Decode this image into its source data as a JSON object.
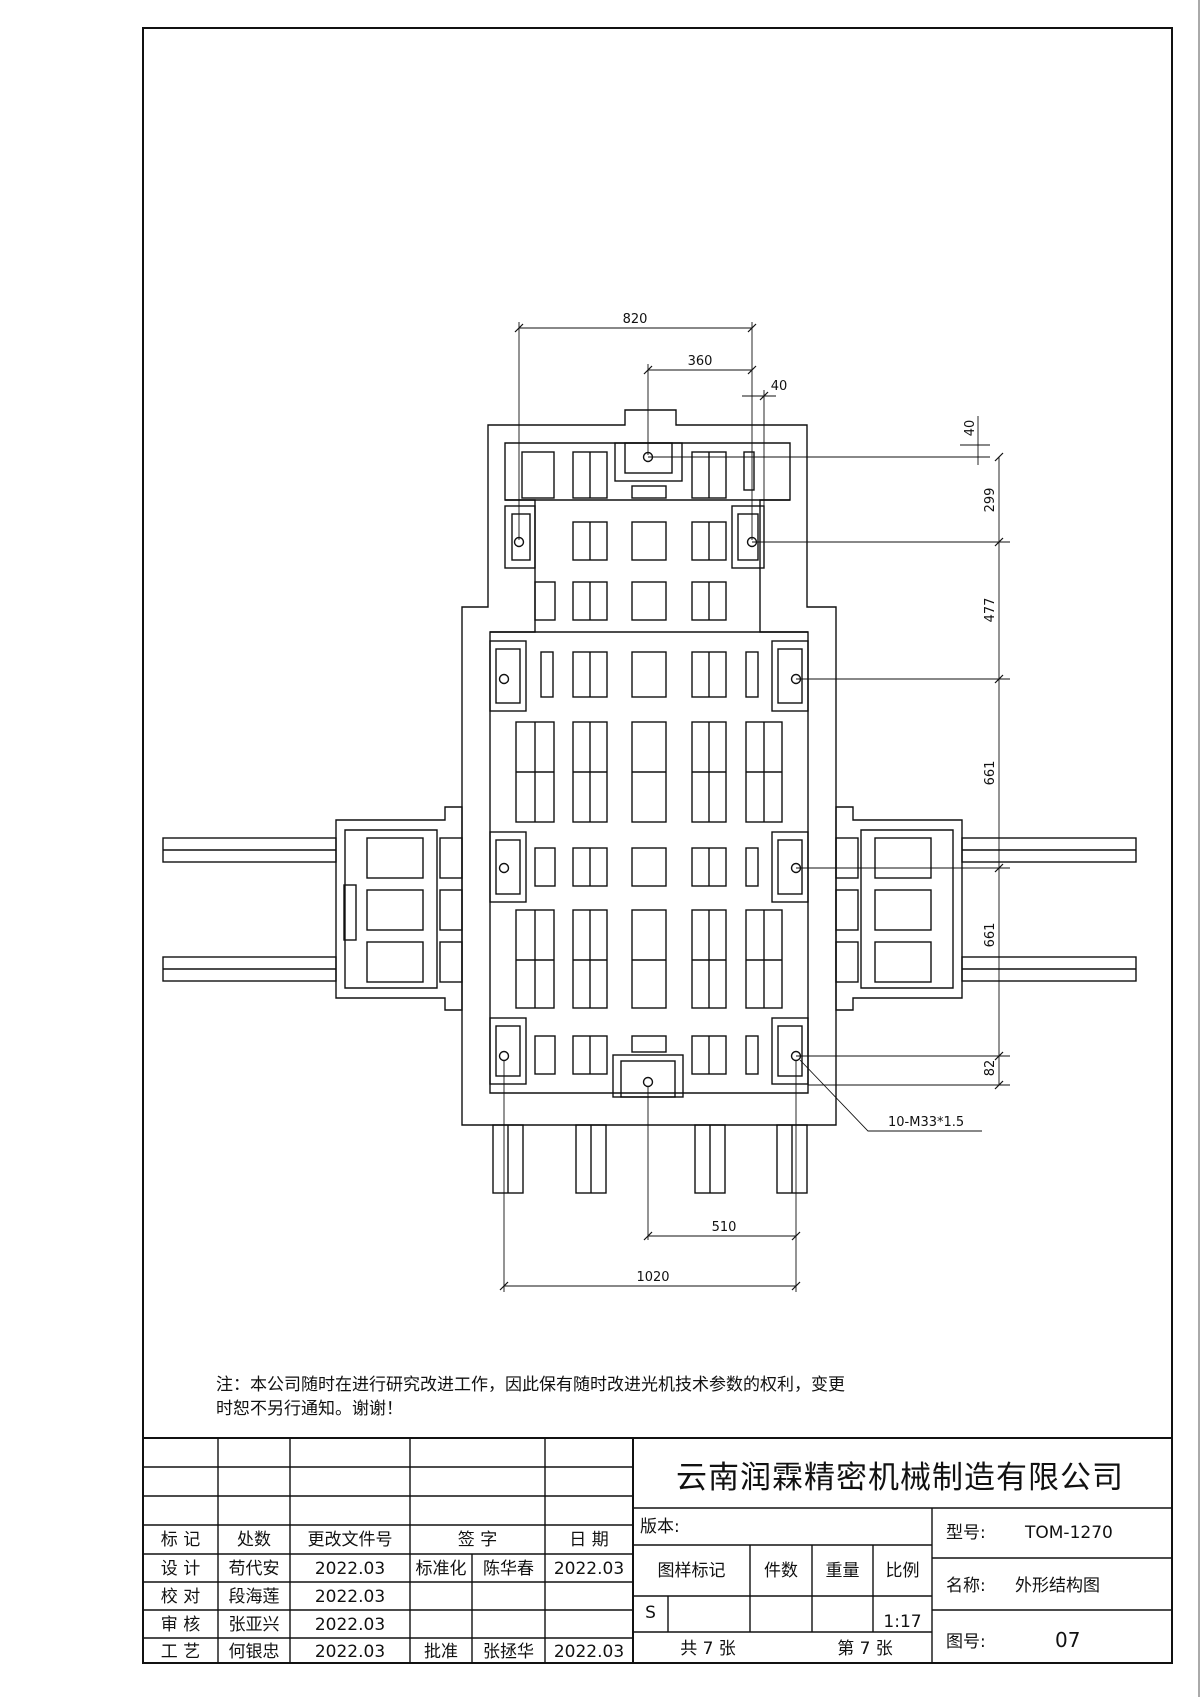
{
  "dimensions": {
    "d820": "820",
    "d360": "360",
    "d40_top": "40",
    "d40_right": "40",
    "d299": "299",
    "d477": "477",
    "d661_a": "661",
    "d661_b": "661",
    "d82": "82",
    "d510": "510",
    "d1020": "1020",
    "thread_label": "10-M33*1.5"
  },
  "note": {
    "line1": "注：本公司随时在进行研究改进工作，因此保有随时改进光机技术参数的权利，变更",
    "line2": "时恕不另行通知。谢谢！"
  },
  "title_block": {
    "company": "云南润霖精密机械制造有限公司",
    "headers": {
      "mark": "标 记",
      "count": "处数",
      "change_doc": "更改文件号",
      "sign": "签 字",
      "date": "日 期"
    },
    "rows": [
      {
        "role": "设 计",
        "name": "苟代安",
        "date": "2022.03"
      },
      {
        "role": "校 对",
        "name": "段海莲",
        "date": "2022.03"
      },
      {
        "role": "审 核",
        "name": "张亚兴",
        "date": "2022.03"
      },
      {
        "role": "工 艺",
        "name": "何银忠",
        "date": "2022.03"
      }
    ],
    "standard": {
      "label": "标准化",
      "name": "陈华春",
      "date": "2022.03"
    },
    "approve": {
      "label": "批准",
      "name": "张拯华",
      "date": "2022.03"
    },
    "version_label": "版本:",
    "pattern_mark": "图样标记",
    "pieces": "件数",
    "weight": "重量",
    "scale_label": "比例",
    "stage": "S",
    "scale": "1:17",
    "total_sheets": "共 7 张",
    "sheet_no": "第 7 张",
    "model_label": "型号:",
    "model": "TOM-1270",
    "name_label": "名称:",
    "name": "外形结构图",
    "drawing_no_label": "图号:",
    "drawing_no": "07"
  }
}
